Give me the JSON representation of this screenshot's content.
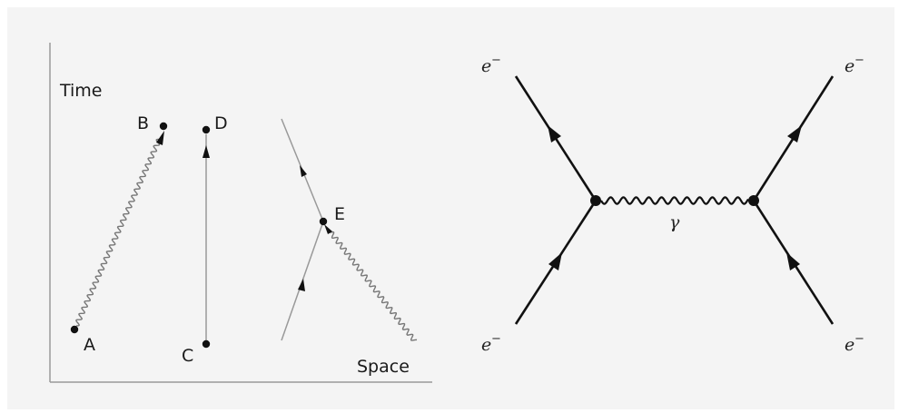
{
  "left_diagram": {
    "axis_labels": {
      "time": "Time",
      "space": "Space"
    },
    "points": {
      "a": "A",
      "b": "B",
      "c": "C",
      "d": "D",
      "e": "E"
    }
  },
  "right_diagram": {
    "particles": {
      "top_left": "e",
      "top_right": "e",
      "bottom_left": "e",
      "bottom_right": "e",
      "charge": "−"
    },
    "photon": "γ"
  }
}
